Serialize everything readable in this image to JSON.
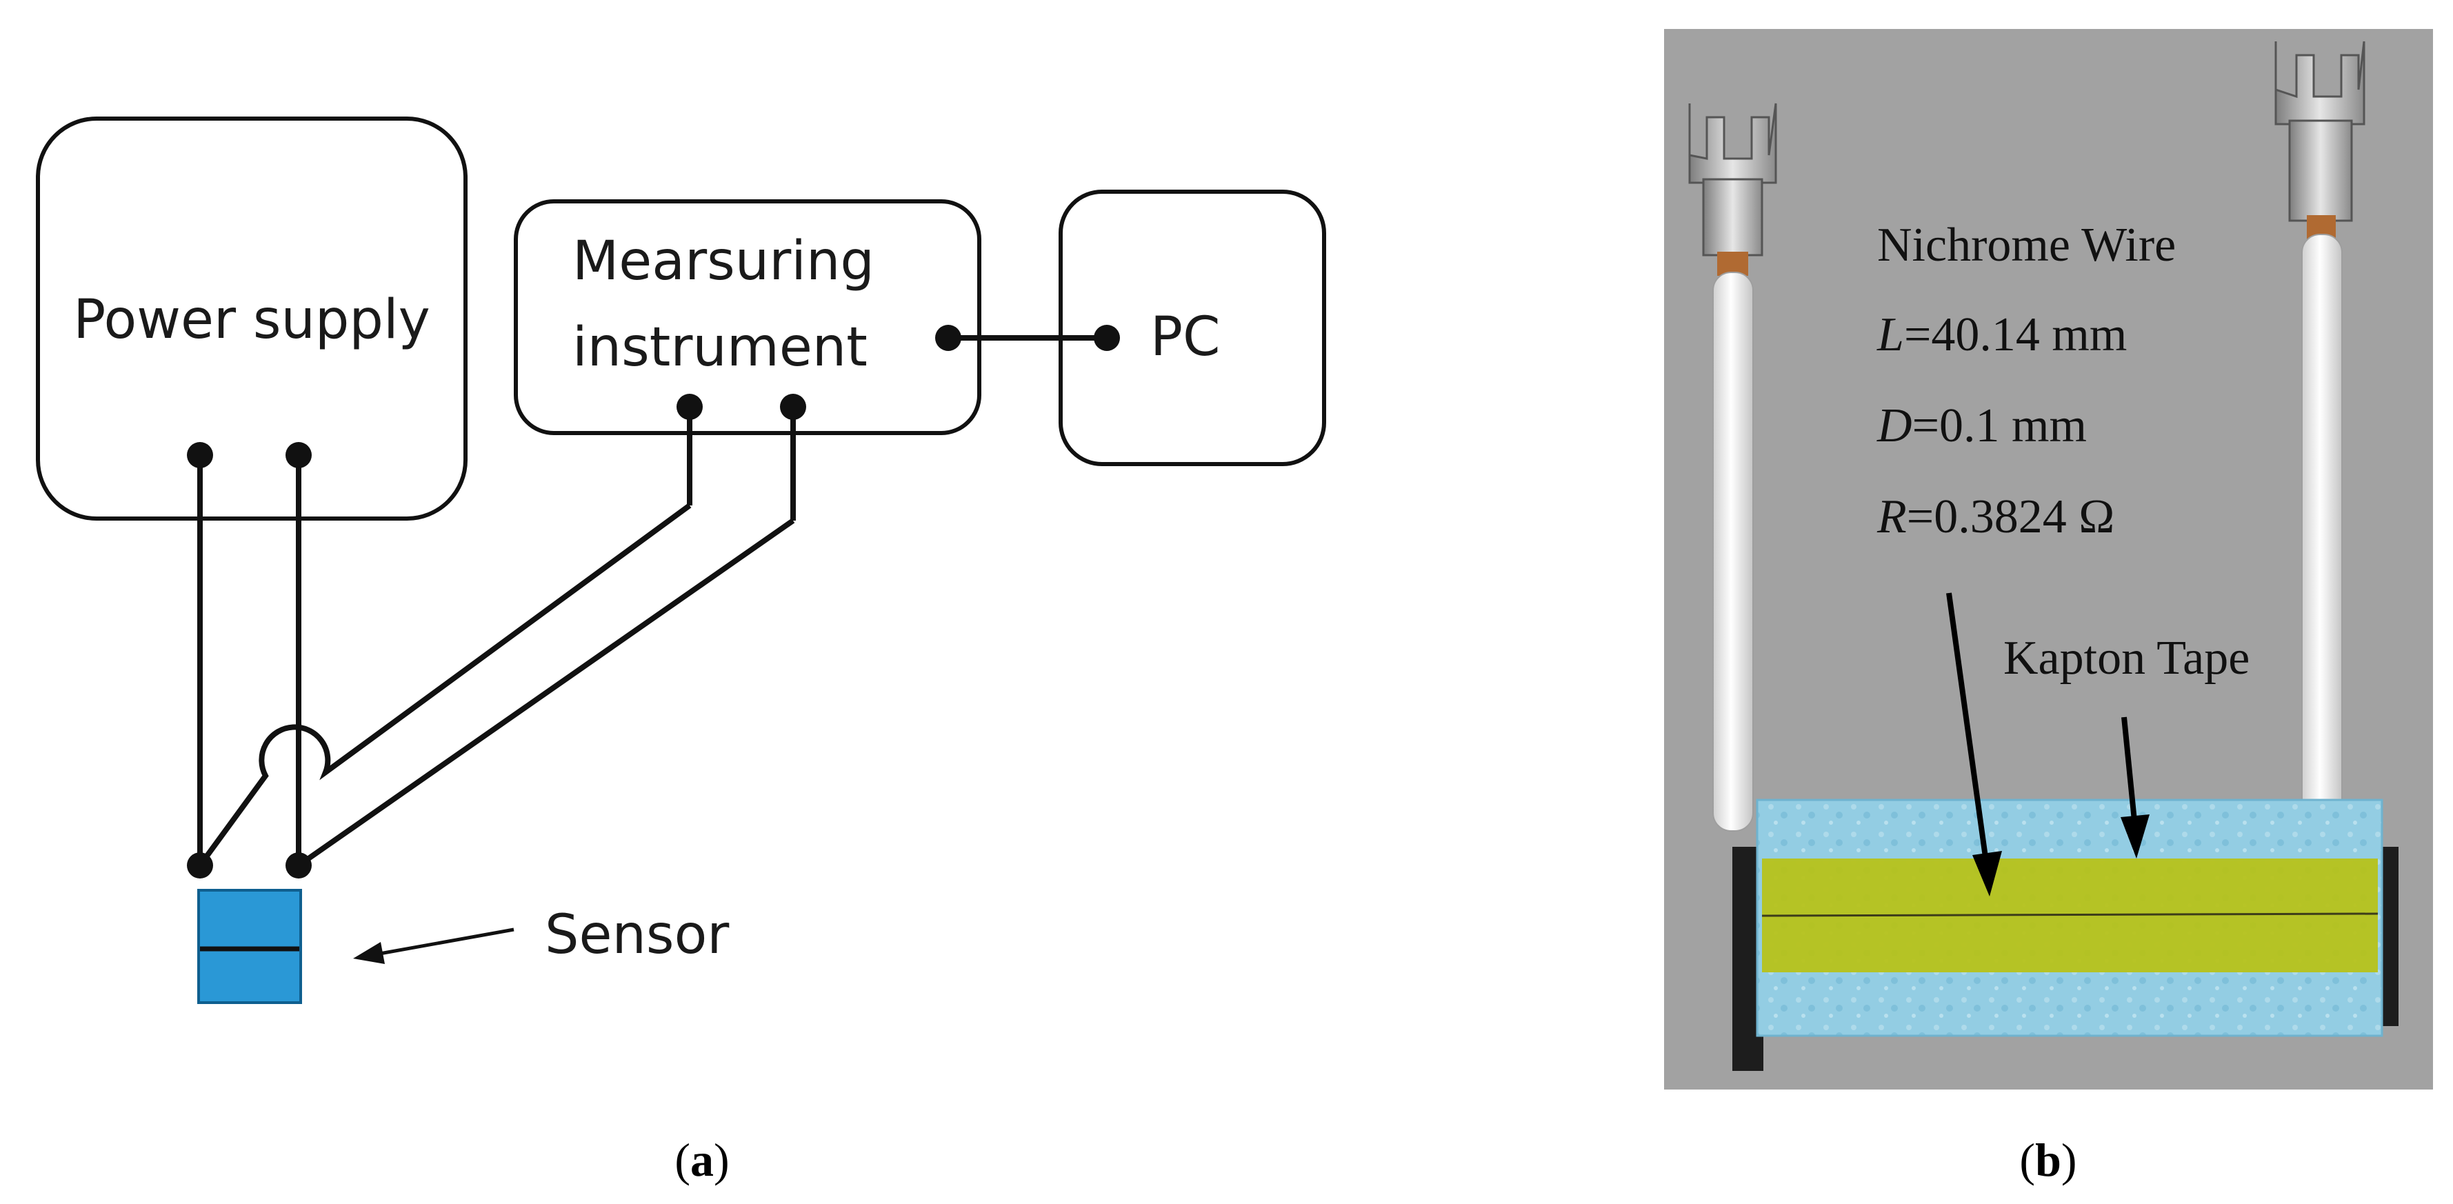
{
  "panel_a": {
    "power_supply_label": "Power supply",
    "measuring_instrument_line1": "Mearsuring",
    "measuring_instrument_line2": "instrument",
    "pc_label": "PC",
    "sensor_label": "Sensor",
    "sensor_color": "#2a98d6",
    "caption_letter": "a"
  },
  "panel_b": {
    "wire_title": "Nichrome Wire",
    "length": {
      "symbol": "L",
      "value": "=40.14 mm"
    },
    "diameter": {
      "symbol": "D",
      "value": "=0.1 mm"
    },
    "resistance": {
      "symbol": "R",
      "value": "=0.3824 Ω"
    },
    "tape_label": "Kapton Tape",
    "caption_letter": "b",
    "colors": {
      "background": "#a9a9a9",
      "foam": "#93cde3",
      "tape": "#b6c21a",
      "cable": "#f4f4f4"
    }
  }
}
